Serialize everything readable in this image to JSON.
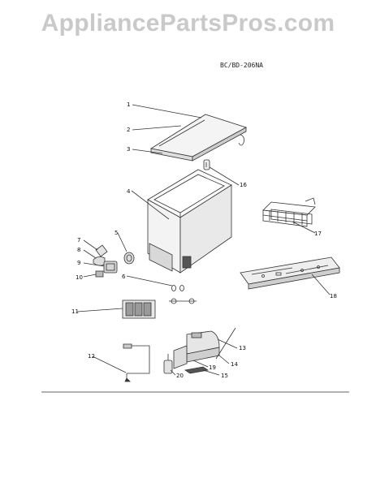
{
  "header": {
    "watermark": "AppliancePartsPros.com",
    "model": "BC/BD-206NA"
  },
  "parts": [
    {
      "num": "1"
    },
    {
      "num": "2"
    },
    {
      "num": "3"
    },
    {
      "num": "4"
    },
    {
      "num": "5"
    },
    {
      "num": "6"
    },
    {
      "num": "7"
    },
    {
      "num": "8"
    },
    {
      "num": "9"
    },
    {
      "num": "10"
    },
    {
      "num": "11"
    },
    {
      "num": "12"
    },
    {
      "num": "13"
    },
    {
      "num": "14"
    },
    {
      "num": "15"
    },
    {
      "num": "16"
    },
    {
      "num": "17"
    },
    {
      "num": "18"
    },
    {
      "num": "19"
    },
    {
      "num": "20"
    }
  ],
  "colors": {
    "line": "#333333",
    "watermark": "#c9c9c9"
  }
}
